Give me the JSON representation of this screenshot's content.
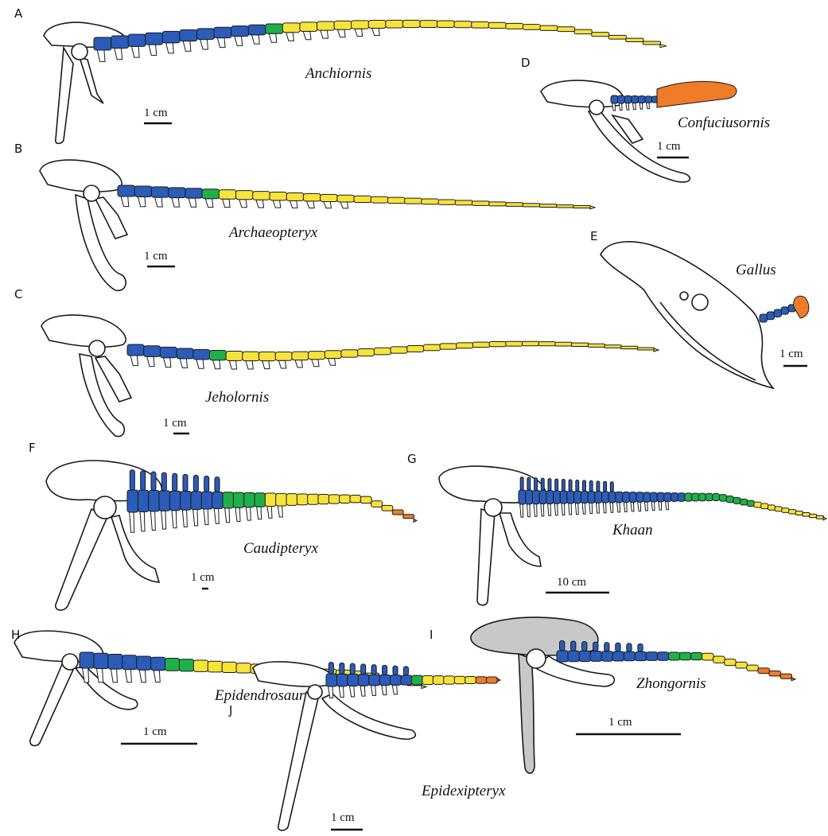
{
  "colors": {
    "blue": "#2a5cb8",
    "green": "#1fb04a",
    "yellow": "#f8e33a",
    "orange": "#f07b28",
    "grey": "#c8c8c8",
    "outline": "#1a1a1a"
  },
  "panels": [
    {
      "letter": "A",
      "taxon": "Anchiornis",
      "scale": "1 cm"
    },
    {
      "letter": "B",
      "taxon": "Archaeopteryx",
      "scale": "1 cm"
    },
    {
      "letter": "C",
      "taxon": "Jeholornis",
      "scale": "1 cm"
    },
    {
      "letter": "D",
      "taxon": "Confuciusornis",
      "scale": "1 cm"
    },
    {
      "letter": "E",
      "taxon": "Gallus",
      "scale": "1 cm"
    },
    {
      "letter": "F",
      "taxon": "Caudipteryx",
      "scale": "1 cm"
    },
    {
      "letter": "G",
      "taxon": "Khaan",
      "scale": "10 cm"
    },
    {
      "letter": "H",
      "taxon": "Epidendrosaurus",
      "scale": "1 cm"
    },
    {
      "letter": "I",
      "taxon": "Zhongornis",
      "scale": "1 cm"
    },
    {
      "letter": "J",
      "taxon": "Epidexipteryx",
      "scale": "1 cm"
    }
  ]
}
